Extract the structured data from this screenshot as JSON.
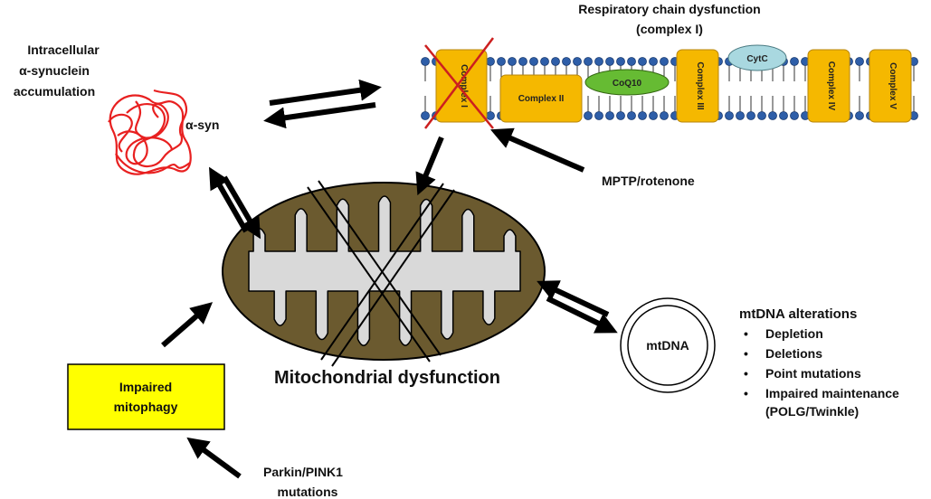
{
  "alpha_syn": {
    "heading_line1": "Intracellular",
    "heading_line2": "α-synuclein",
    "heading_line3": "accumulation",
    "label": "α-syn"
  },
  "respiratory": {
    "title_line1": "Respiratory chain dysfunction",
    "title_line2": "(complex I)",
    "complex1": "Complex I",
    "complex2": "Complex II",
    "coq10": "CoQ10",
    "complex3": "Complex III",
    "cytc": "CytC",
    "complex4": "Complex IV",
    "complex5": "Complex V"
  },
  "toxins": {
    "label": "MPTP/rotenone"
  },
  "mitochondria": {
    "label": "Mitochondrial dysfunction"
  },
  "mitophagy": {
    "line1": "Impaired",
    "line2": "mitophagy",
    "cause_line1": "Parkin/PINK1",
    "cause_line2": "mutations"
  },
  "mtdna": {
    "label": "mtDNA",
    "title": "mtDNA alterations",
    "items": [
      "Depletion",
      "Deletions",
      "Point mutations",
      "Impaired maintenance"
    ],
    "item4_line2": "(POLG/Twinkle)"
  },
  "colors": {
    "complex_fill": "#f5b800",
    "coq10_fill": "#66bb33",
    "cytc_fill": "#a9d8e0",
    "mito_fill": "#6b5a2f",
    "cristae_fill": "#d9d9d9",
    "mitophagy_fill": "#ffff00",
    "synuclein": "#e82020",
    "lipid_head": "#2e5ea8",
    "cross_red": "#cc1f1f"
  }
}
